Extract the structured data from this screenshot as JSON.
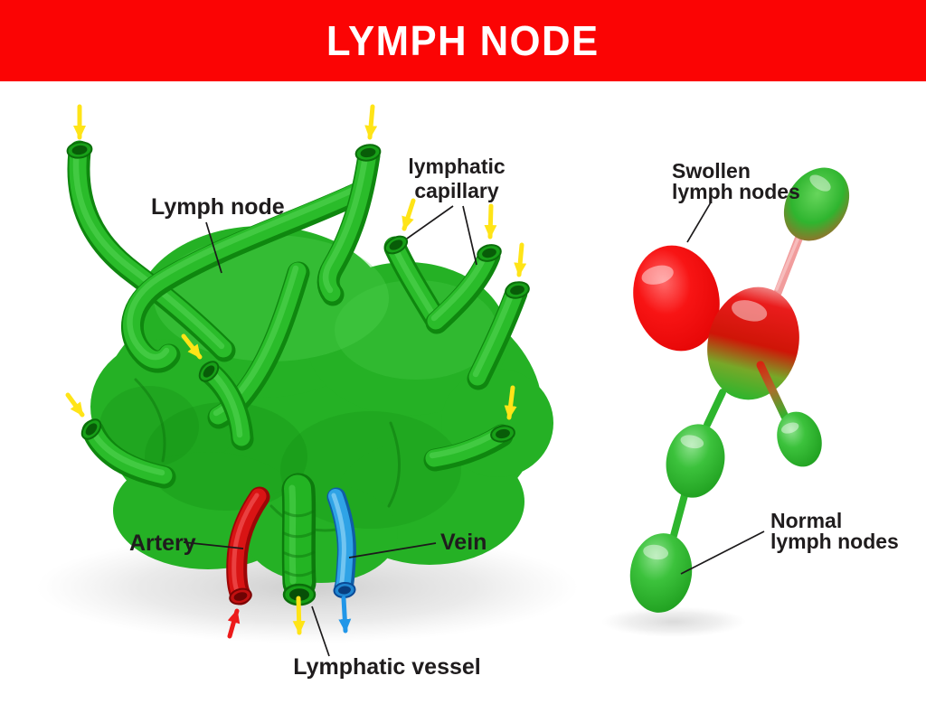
{
  "header": {
    "title": "LYMPH NODE"
  },
  "labels": {
    "lymph_node": "Lymph node",
    "lymphatic_capillary_line1": "lymphatic",
    "lymphatic_capillary_line2": "capillary",
    "artery": "Artery",
    "vein": "Vein",
    "lymphatic_vessel": "Lymphatic vessel",
    "swollen_line1": "Swollen",
    "swollen_line2": "lymph nodes",
    "normal_line1": "Normal",
    "normal_line2": "lymph nodes"
  },
  "colors": {
    "banner_red": "#fb0404",
    "title_text": "#ffffff",
    "background": "#ffffff",
    "node_green": "#25b125",
    "node_green_dark": "#0f870f",
    "node_green_light": "#55d655",
    "arrow_yellow": "#ffe417",
    "artery_red": "#d91414",
    "vein_blue": "#2fa3e6",
    "swollen_node_red": "#ee0a0a",
    "normal_node_green": "#2db52d",
    "connector_pink": "#f19c9c",
    "label_text": "#1f1c1d"
  }
}
